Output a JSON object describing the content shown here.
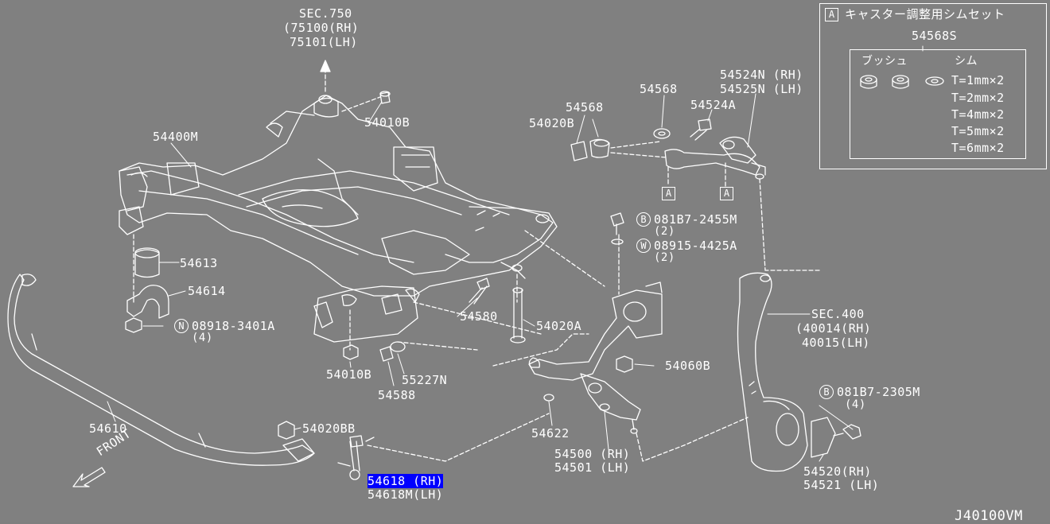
{
  "legend": {
    "tag": "A",
    "title": "キャスター調整用シムセット",
    "part_no": "54568S",
    "col1": "ブッシュ",
    "col2": "シム",
    "shims": [
      "T=1mm×2",
      "T=2mm×2",
      "T=4mm×2",
      "T=5mm×2",
      "T=6mm×2"
    ]
  },
  "labels": {
    "sec750": "SEC.750",
    "sec750_rh": "(75100(RH)",
    "sec750_lh": "75101(LH)",
    "p54010b_top": "54010B",
    "p54400m": "54400M",
    "p54613": "54613",
    "p54614": "54614",
    "p08918": "08918-3401A",
    "p08918_qty": "(4)",
    "p08918_tag": "N",
    "p54580": "54580",
    "p54020a": "54020A",
    "p54010b_bot": "54010B",
    "p55227n": "55227N",
    "p54588": "54588",
    "p54610": "54610",
    "p54020bb": "54020BB",
    "p54618_rh": "54618 (RH)",
    "p54618_lh": "54618M(LH)",
    "front": "FRONT",
    "p54568": "54568",
    "p54568_2": "54568",
    "p54020b": "54020B",
    "p54524a": "54524A",
    "p54524n": "54524N (RH)",
    "p54525n": "54525N (LH)",
    "tag_a1": "A",
    "tag_a2": "A",
    "p081b7_2455": "081B7-2455M",
    "p081b7_2455_qty": "(2)",
    "p081b7_2455_tag": "B",
    "p08915": "08915-4425A",
    "p08915_qty": "(2)",
    "p08915_tag": "W",
    "p54060b": "54060B",
    "p54622": "54622",
    "p54500": "54500 (RH)",
    "p54501": "54501 (LH)",
    "sec400": "SEC.400",
    "sec400_rh": "(40014(RH)",
    "sec400_lh": "40015(LH)",
    "p081b7_2305": "081B7-2305M",
    "p081b7_2305_qty": "(4)",
    "p081b7_2305_tag": "B",
    "p54520": "54520(RH)",
    "p54521": "54521 (LH)",
    "footer_code": "J40100VM"
  }
}
